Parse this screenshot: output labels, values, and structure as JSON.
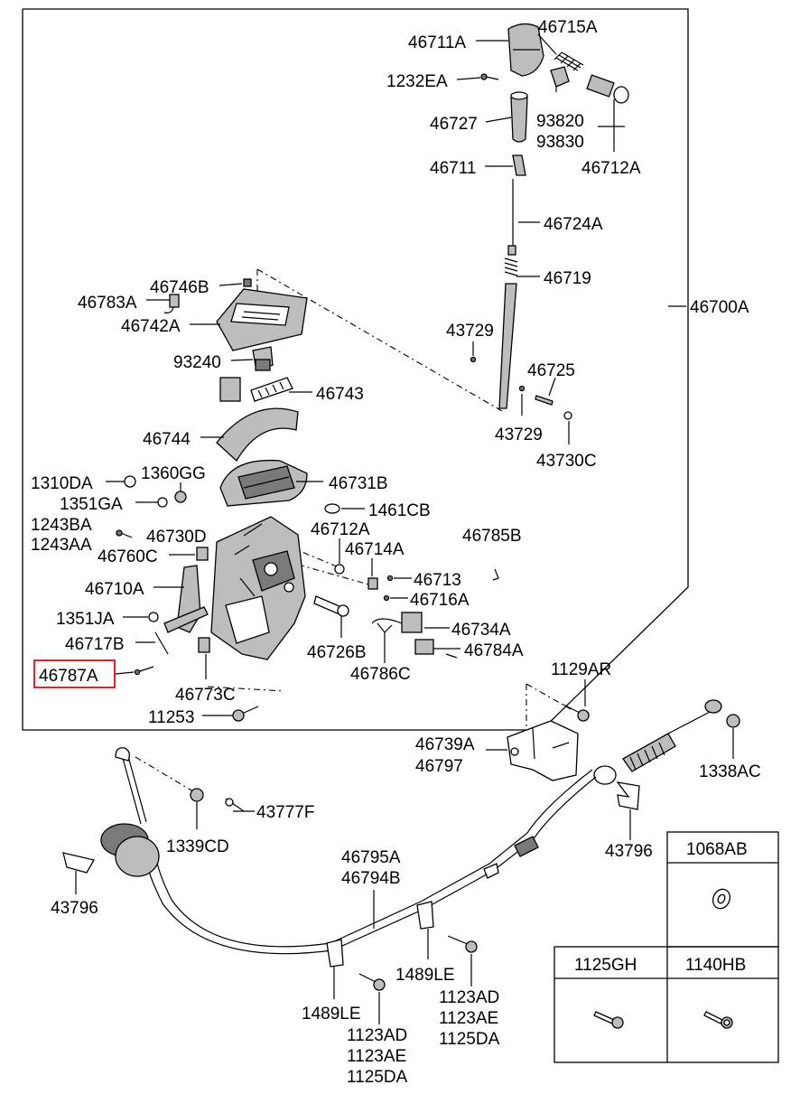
{
  "highlight_color": "#e0242b",
  "highlighted_part": "46787A",
  "callouts": [
    {
      "id": "c-46711A",
      "text": "46711A"
    },
    {
      "id": "c-46715A",
      "text": "46715A"
    },
    {
      "id": "c-1232EA",
      "text": "1232EA"
    },
    {
      "id": "c-46727",
      "text": "46727"
    },
    {
      "id": "c-93820",
      "text": "93820"
    },
    {
      "id": "c-93830",
      "text": "93830"
    },
    {
      "id": "c-46711",
      "text": "46711"
    },
    {
      "id": "c-46712A-top",
      "text": "46712A"
    },
    {
      "id": "c-46724A",
      "text": "46724A"
    },
    {
      "id": "c-46719",
      "text": "46719"
    },
    {
      "id": "c-46700A",
      "text": "46700A"
    },
    {
      "id": "c-46746B",
      "text": "46746B"
    },
    {
      "id": "c-46783A",
      "text": "46783A"
    },
    {
      "id": "c-46742A",
      "text": "46742A"
    },
    {
      "id": "c-43729-a",
      "text": "43729"
    },
    {
      "id": "c-93240",
      "text": "93240"
    },
    {
      "id": "c-46725",
      "text": "46725"
    },
    {
      "id": "c-46743",
      "text": "46743"
    },
    {
      "id": "c-43729-b",
      "text": "43729"
    },
    {
      "id": "c-46744",
      "text": "46744"
    },
    {
      "id": "c-43730C",
      "text": "43730C"
    },
    {
      "id": "c-1310DA",
      "text": "1310DA"
    },
    {
      "id": "c-1360GG",
      "text": "1360GG"
    },
    {
      "id": "c-46731B",
      "text": "46731B"
    },
    {
      "id": "c-1351GA",
      "text": "1351GA"
    },
    {
      "id": "c-1461CB",
      "text": "1461CB"
    },
    {
      "id": "c-1243BA",
      "text": "1243BA"
    },
    {
      "id": "c-1243AA",
      "text": "1243AA"
    },
    {
      "id": "c-46730D",
      "text": "46730D"
    },
    {
      "id": "c-46712A-mid",
      "text": "46712A"
    },
    {
      "id": "c-46785B",
      "text": "46785B"
    },
    {
      "id": "c-46760C",
      "text": "46760C"
    },
    {
      "id": "c-46714A",
      "text": "46714A"
    },
    {
      "id": "c-46713",
      "text": "46713"
    },
    {
      "id": "c-46710A",
      "text": "46710A"
    },
    {
      "id": "c-46716A",
      "text": "46716A"
    },
    {
      "id": "c-1351JA",
      "text": "1351JA"
    },
    {
      "id": "c-46734A",
      "text": "46734A"
    },
    {
      "id": "c-46717B",
      "text": "46717B"
    },
    {
      "id": "c-46726B",
      "text": "46726B"
    },
    {
      "id": "c-46784A",
      "text": "46784A"
    },
    {
      "id": "c-46787A",
      "text": "46787A"
    },
    {
      "id": "c-46786C",
      "text": "46786C"
    },
    {
      "id": "c-46773C",
      "text": "46773C"
    },
    {
      "id": "c-1129AR",
      "text": "1129AR"
    },
    {
      "id": "c-11253",
      "text": "11253"
    },
    {
      "id": "c-46739A",
      "text": "46739A"
    },
    {
      "id": "c-46797",
      "text": "46797"
    },
    {
      "id": "c-1338AC",
      "text": "1338AC"
    },
    {
      "id": "c-43777F",
      "text": "43777F"
    },
    {
      "id": "c-1339CD",
      "text": "1339CD"
    },
    {
      "id": "c-43796-right",
      "text": "43796"
    },
    {
      "id": "c-46795A",
      "text": "46795A"
    },
    {
      "id": "c-46794B",
      "text": "46794B"
    },
    {
      "id": "c-43796-left",
      "text": "43796"
    },
    {
      "id": "c-1489LE-right",
      "text": "1489LE"
    },
    {
      "id": "c-1123AD-right",
      "text": "1123AD"
    },
    {
      "id": "c-1123AE-right",
      "text": "1123AE"
    },
    {
      "id": "c-1125DA-right",
      "text": "1125DA"
    },
    {
      "id": "c-1489LE-left",
      "text": "1489LE"
    },
    {
      "id": "c-1123AD-left",
      "text": "1123AD"
    },
    {
      "id": "c-1123AE-left",
      "text": "1123AE"
    },
    {
      "id": "c-1125DA-left",
      "text": "1125DA"
    }
  ],
  "legend": [
    {
      "id": "legend-1068AB",
      "code": "1068AB",
      "icon": "washer-icon"
    },
    {
      "id": "legend-1125GH",
      "code": "1125GH",
      "icon": "bolt-icon"
    },
    {
      "id": "legend-1140HB",
      "code": "1140HB",
      "icon": "bolt-icon"
    }
  ]
}
